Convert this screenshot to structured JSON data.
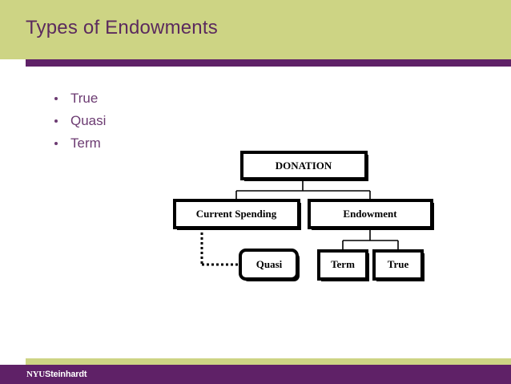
{
  "slide": {
    "title": "Types of Endowments",
    "colors": {
      "header_green": "#cdd484",
      "purple": "#5f2167",
      "title_text": "#5b2a5e",
      "bullet_text": "#6c3b72",
      "diagram_line": "#000000",
      "background": "#ffffff"
    }
  },
  "bullets": [
    {
      "label": "True"
    },
    {
      "label": "Quasi"
    },
    {
      "label": "Term"
    }
  ],
  "diagram": {
    "nodes": [
      {
        "id": "donation",
        "label": "DONATION",
        "font_size": 13,
        "shape": "rect"
      },
      {
        "id": "current-spending",
        "label": "Current Spending",
        "font_size": 13,
        "shape": "rect"
      },
      {
        "id": "endowment",
        "label": "Endowment",
        "font_size": 13,
        "shape": "rect"
      },
      {
        "id": "quasi",
        "label": "Quasi",
        "font_size": 13,
        "shape": "rounded-rect"
      },
      {
        "id": "term",
        "label": "Term",
        "font_size": 13,
        "shape": "rect"
      },
      {
        "id": "true",
        "label": "True",
        "font_size": 13,
        "shape": "rect"
      }
    ],
    "edges": [
      {
        "from": "donation",
        "to": "current-spending",
        "style": "solid"
      },
      {
        "from": "donation",
        "to": "endowment",
        "style": "solid"
      },
      {
        "from": "endowment",
        "to": "term",
        "style": "solid"
      },
      {
        "from": "endowment",
        "to": "true",
        "style": "solid"
      },
      {
        "from": "current-spending",
        "to": "quasi",
        "style": "dotted"
      }
    ]
  },
  "footer": {
    "logo_primary": "NYU",
    "logo_secondary": "Steinhardt"
  }
}
